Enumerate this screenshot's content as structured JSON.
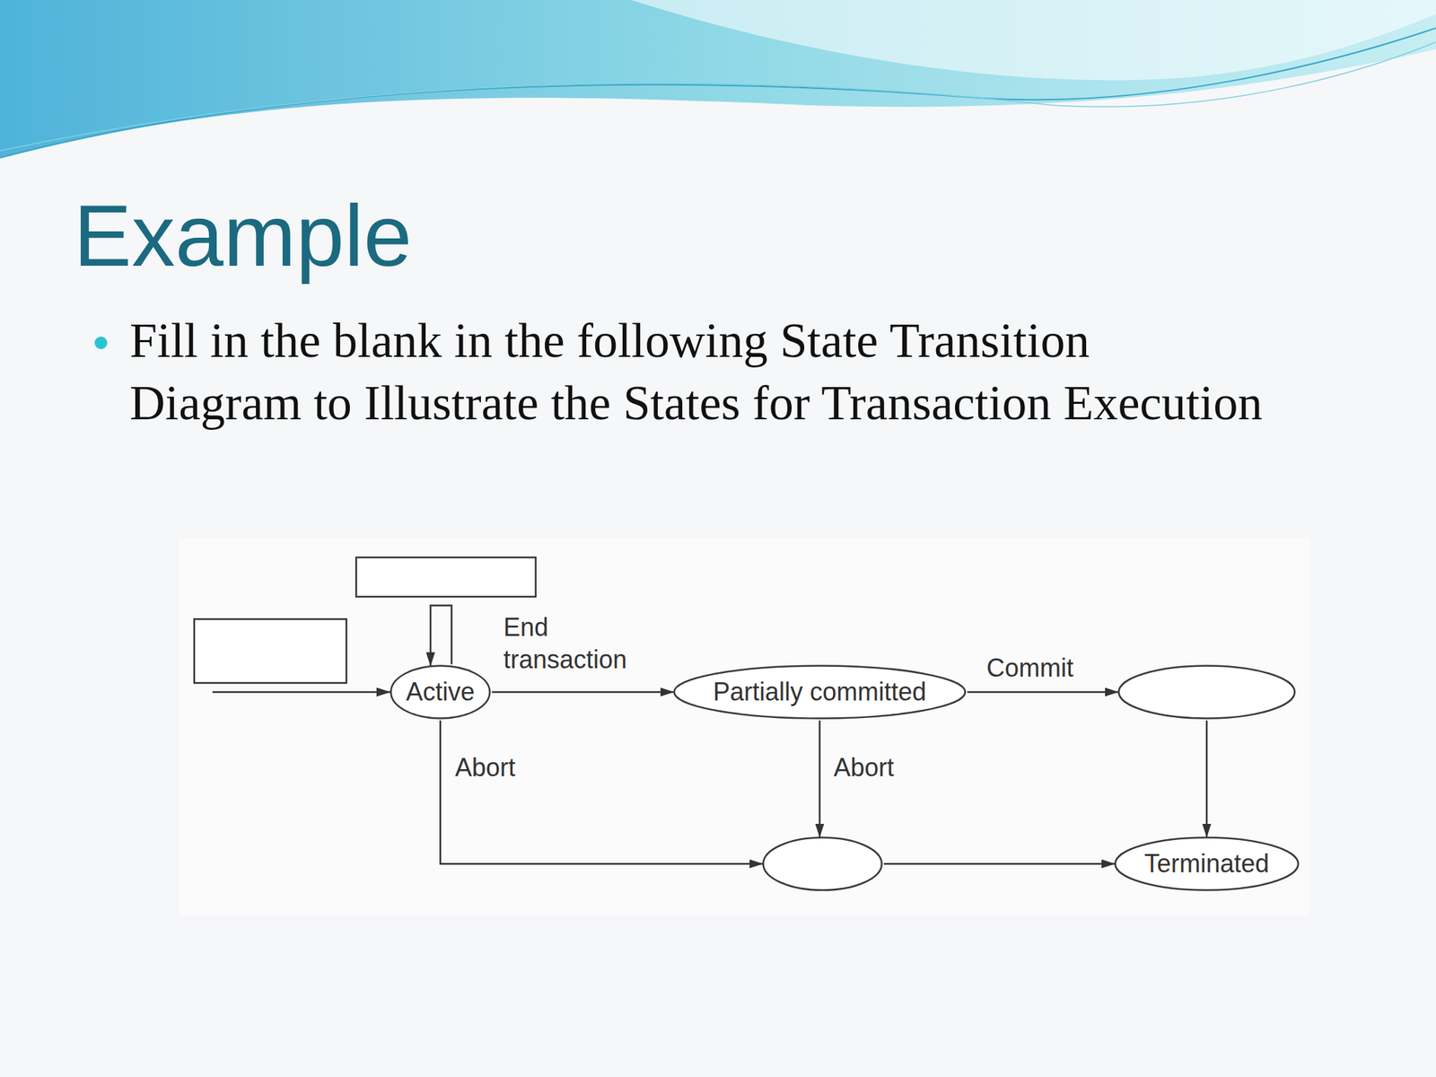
{
  "diagram": {
    "title": "Example",
    "nodes": [
      {
        "text": [
          "Active"
        ]
      },
      {
        "text": [
          "Partially committed"
        ]
      },
      {
        "text": []
      },
      {
        "text": []
      },
      {
        "text": [
          "Terminated"
        ]
      }
    ],
    "edges": [
      {
        "from": 0,
        "to": 1,
        "label": "End transaction",
        "arrow": "to"
      },
      {
        "from": 1,
        "to": 2,
        "label": "Commit",
        "arrow": "to"
      },
      {
        "from": 0,
        "to": 3,
        "label": "Abort",
        "arrow": "to"
      },
      {
        "from": 1,
        "to": 3,
        "label": "Abort",
        "arrow": "to"
      },
      {
        "from": 2,
        "to": 4,
        "arrow": "to"
      },
      {
        "from": 3,
        "to": 4,
        "arrow": "to"
      },
      {
        "from": 0,
        "to": 0,
        "arrow": "to"
      }
    ],
    "labels": [
      "Fill in the blank in the following State Transition Diagram to Illustrate the States for Transaction Execution"
    ]
  }
}
